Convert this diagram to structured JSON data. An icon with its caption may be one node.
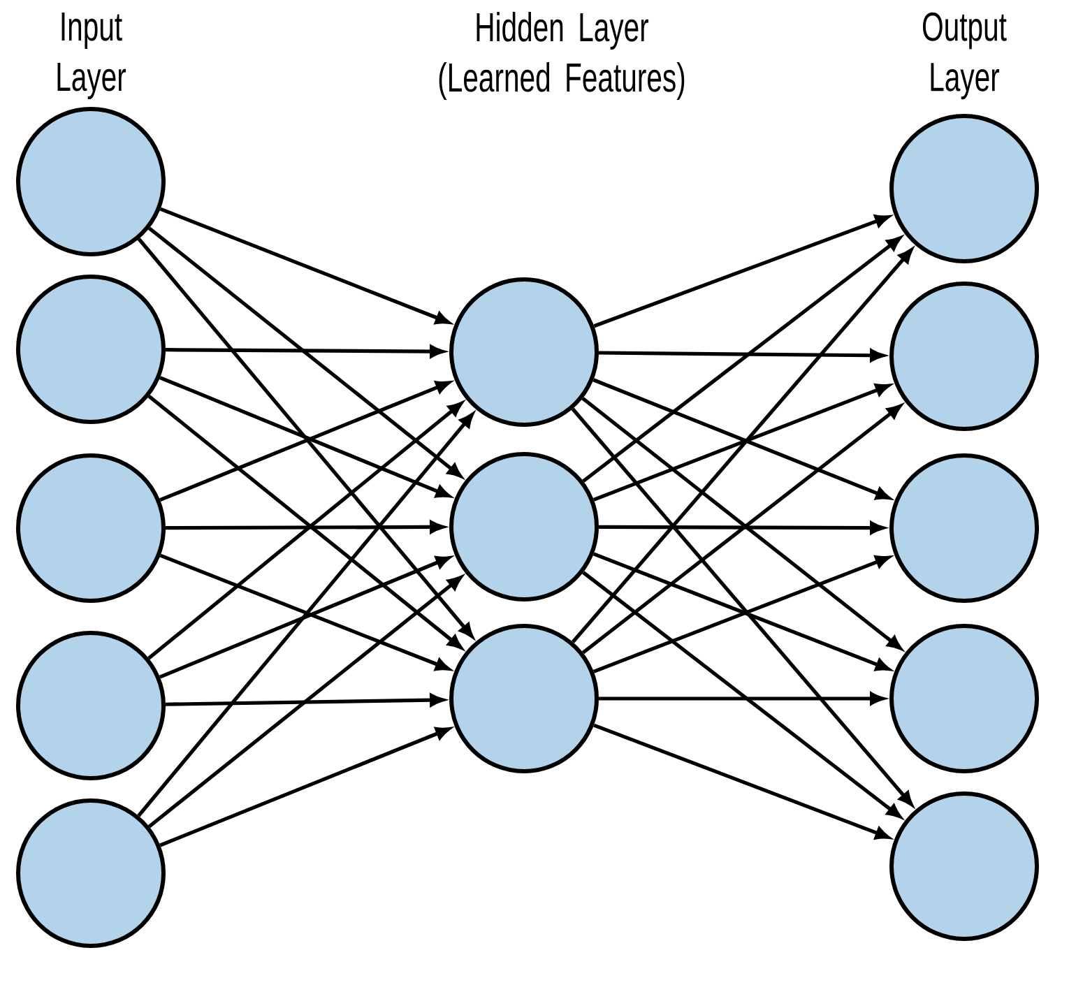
{
  "diagram": {
    "nodes": [
      {
        "text": [],
        "shape": "circle"
      },
      {
        "text": [],
        "shape": "circle"
      },
      {
        "text": [],
        "shape": "circle"
      },
      {
        "text": [],
        "shape": "circle"
      },
      {
        "text": [],
        "shape": "circle"
      },
      {
        "text": [],
        "shape": "circle"
      },
      {
        "text": [],
        "shape": "circle"
      },
      {
        "text": [],
        "shape": "circle"
      },
      {
        "text": [],
        "shape": "circle"
      },
      {
        "text": [],
        "shape": "circle"
      },
      {
        "text": [],
        "shape": "circle"
      },
      {
        "text": [],
        "shape": "circle"
      },
      {
        "text": [],
        "shape": "circle"
      }
    ],
    "edges": [
      {
        "from": 0,
        "to": 5,
        "arrow": "to"
      },
      {
        "from": 0,
        "to": 6,
        "arrow": "to"
      },
      {
        "from": 0,
        "to": 7,
        "arrow": "to"
      },
      {
        "from": 1,
        "to": 5,
        "arrow": "to"
      },
      {
        "from": 1,
        "to": 6,
        "arrow": "to"
      },
      {
        "from": 1,
        "to": 7,
        "arrow": "to"
      },
      {
        "from": 2,
        "to": 5,
        "arrow": "to"
      },
      {
        "from": 2,
        "to": 6,
        "arrow": "to"
      },
      {
        "from": 2,
        "to": 7,
        "arrow": "to"
      },
      {
        "from": 3,
        "to": 5,
        "arrow": "to"
      },
      {
        "from": 3,
        "to": 6,
        "arrow": "to"
      },
      {
        "from": 3,
        "to": 7,
        "arrow": "to"
      },
      {
        "from": 4,
        "to": 5,
        "arrow": "to"
      },
      {
        "from": 4,
        "to": 6,
        "arrow": "to"
      },
      {
        "from": 4,
        "to": 7,
        "arrow": "to"
      },
      {
        "from": 5,
        "to": 8,
        "arrow": "to"
      },
      {
        "from": 5,
        "to": 9,
        "arrow": "to"
      },
      {
        "from": 5,
        "to": 10,
        "arrow": "to"
      },
      {
        "from": 5,
        "to": 11,
        "arrow": "to"
      },
      {
        "from": 5,
        "to": 12,
        "arrow": "to"
      },
      {
        "from": 6,
        "to": 8,
        "arrow": "to"
      },
      {
        "from": 6,
        "to": 9,
        "arrow": "to"
      },
      {
        "from": 6,
        "to": 10,
        "arrow": "to"
      },
      {
        "from": 6,
        "to": 11,
        "arrow": "to"
      },
      {
        "from": 6,
        "to": 12,
        "arrow": "to"
      },
      {
        "from": 7,
        "to": 8,
        "arrow": "to"
      },
      {
        "from": 7,
        "to": 9,
        "arrow": "to"
      },
      {
        "from": 7,
        "to": 10,
        "arrow": "to"
      },
      {
        "from": 7,
        "to": 11,
        "arrow": "to"
      },
      {
        "from": 7,
        "to": 12,
        "arrow": "to"
      }
    ],
    "labels": [
      "Input Layer",
      "Hidden Layer (Learned Features)",
      "Output Layer"
    ]
  }
}
